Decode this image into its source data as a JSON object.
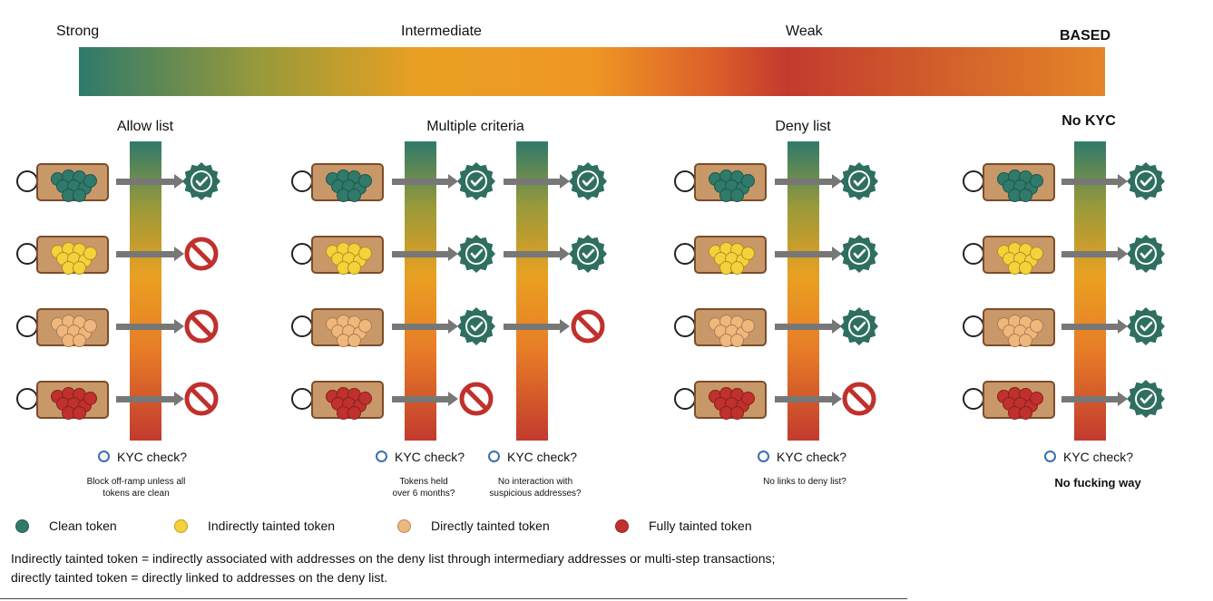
{
  "scale": {
    "labels": [
      "Strong",
      "Intermediate",
      "Weak"
    ],
    "extra_label": "BASED"
  },
  "columns": [
    {
      "title": "Allow list",
      "title_bold": false,
      "checks": [
        {
          "kyc": "KYC check?",
          "note": "Block off-ramp unless all\ntokens are clean",
          "results": [
            "pass",
            "fail",
            "fail",
            "fail"
          ]
        }
      ]
    },
    {
      "title": "Multiple criteria",
      "title_bold": false,
      "checks": [
        {
          "kyc": "KYC check?",
          "note": "Tokens held\nover 6 months?",
          "results": [
            "pass",
            "pass",
            "pass",
            "fail"
          ]
        },
        {
          "kyc": "KYC check?",
          "note": "No interaction with\nsuspicious addresses?",
          "results": [
            "pass",
            "pass",
            "fail"
          ]
        }
      ]
    },
    {
      "title": "Deny list",
      "title_bold": false,
      "checks": [
        {
          "kyc": "KYC check?",
          "note": "No links to deny list?",
          "results": [
            "pass",
            "pass",
            "pass",
            "fail"
          ]
        }
      ]
    },
    {
      "title": "No KYC",
      "title_bold": true,
      "checks": [
        {
          "kyc": "KYC check?",
          "note": "No fucking way",
          "results": [
            "pass",
            "pass",
            "pass",
            "pass"
          ]
        }
      ]
    }
  ],
  "legend": [
    {
      "label": "Clean token",
      "color": "#2f7a6b"
    },
    {
      "label": "Indirectly tainted token",
      "color": "#f5d23a"
    },
    {
      "label": "Directly tainted token",
      "color": "#f0b77c"
    },
    {
      "label": "Fully tainted token",
      "color": "#c0302c"
    }
  ],
  "footnote": [
    "Indirectly tainted token = indirectly associated with addresses on the deny list through intermediary addresses or multi-step transactions;",
    "directly tainted token = directly linked to addresses on the deny list."
  ],
  "colors": {
    "pass": "#2f6f5f",
    "fail": "#c0302c",
    "arrow": "#777777",
    "wallet": "#c89869"
  }
}
